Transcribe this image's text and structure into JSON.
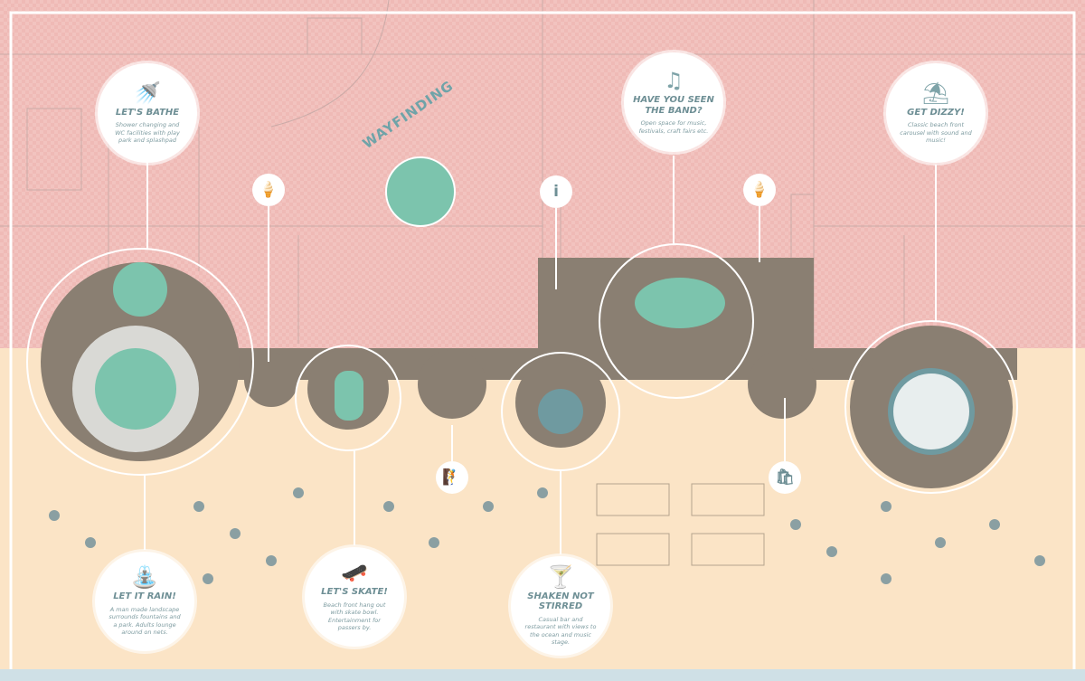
{
  "colors": {
    "land": "#f2c3bf",
    "sand": "#fbe4c6",
    "promenade": "#8a7f72",
    "teal": "#7cc4ad",
    "text": "#6e8f95"
  },
  "wayfinding": {
    "label": "WAYFINDING"
  },
  "callouts": [
    {
      "icon": "shower-icon",
      "glyph": "🚿",
      "title": "LET'S BATHE",
      "desc": "Shower changing and WC facilities with play park and splashpad"
    },
    {
      "icon": "music-note-icon",
      "glyph": "♫",
      "title": "HAVE YOU SEEN THE BAND?",
      "desc": "Open space for music, festivals, craft fairs etc."
    },
    {
      "icon": "carousel-icon",
      "glyph": "⛱",
      "title": "GET DIZZY!",
      "desc": "Classic beach front carousel with sound and music!"
    },
    {
      "icon": "fountain-icon",
      "glyph": "⛲",
      "title": "LET IT RAIN!",
      "desc": "A man made landscape surrounds fountains and a park. Adults lounge around on nets."
    },
    {
      "icon": "skateboard-icon",
      "glyph": "🛹",
      "title": "LET'S SKATE!",
      "desc": "Beach front hang out with skate bowl. Entertainment for passers by."
    },
    {
      "icon": "cocktail-icon",
      "glyph": "🍸",
      "title": "SHAKEN NOT STIRRED",
      "desc": "Casual bar and restaurant with views to the ocean and music stage."
    }
  ],
  "mini_icons": [
    {
      "icon": "ice-cream-icon",
      "glyph": "🍦"
    },
    {
      "icon": "info-icon",
      "glyph": "i"
    },
    {
      "icon": "ice-cream-icon",
      "glyph": "🍦"
    },
    {
      "icon": "climbing-icon",
      "glyph": "🧗"
    },
    {
      "icon": "shopping-bag-icon",
      "glyph": "🛍"
    }
  ]
}
